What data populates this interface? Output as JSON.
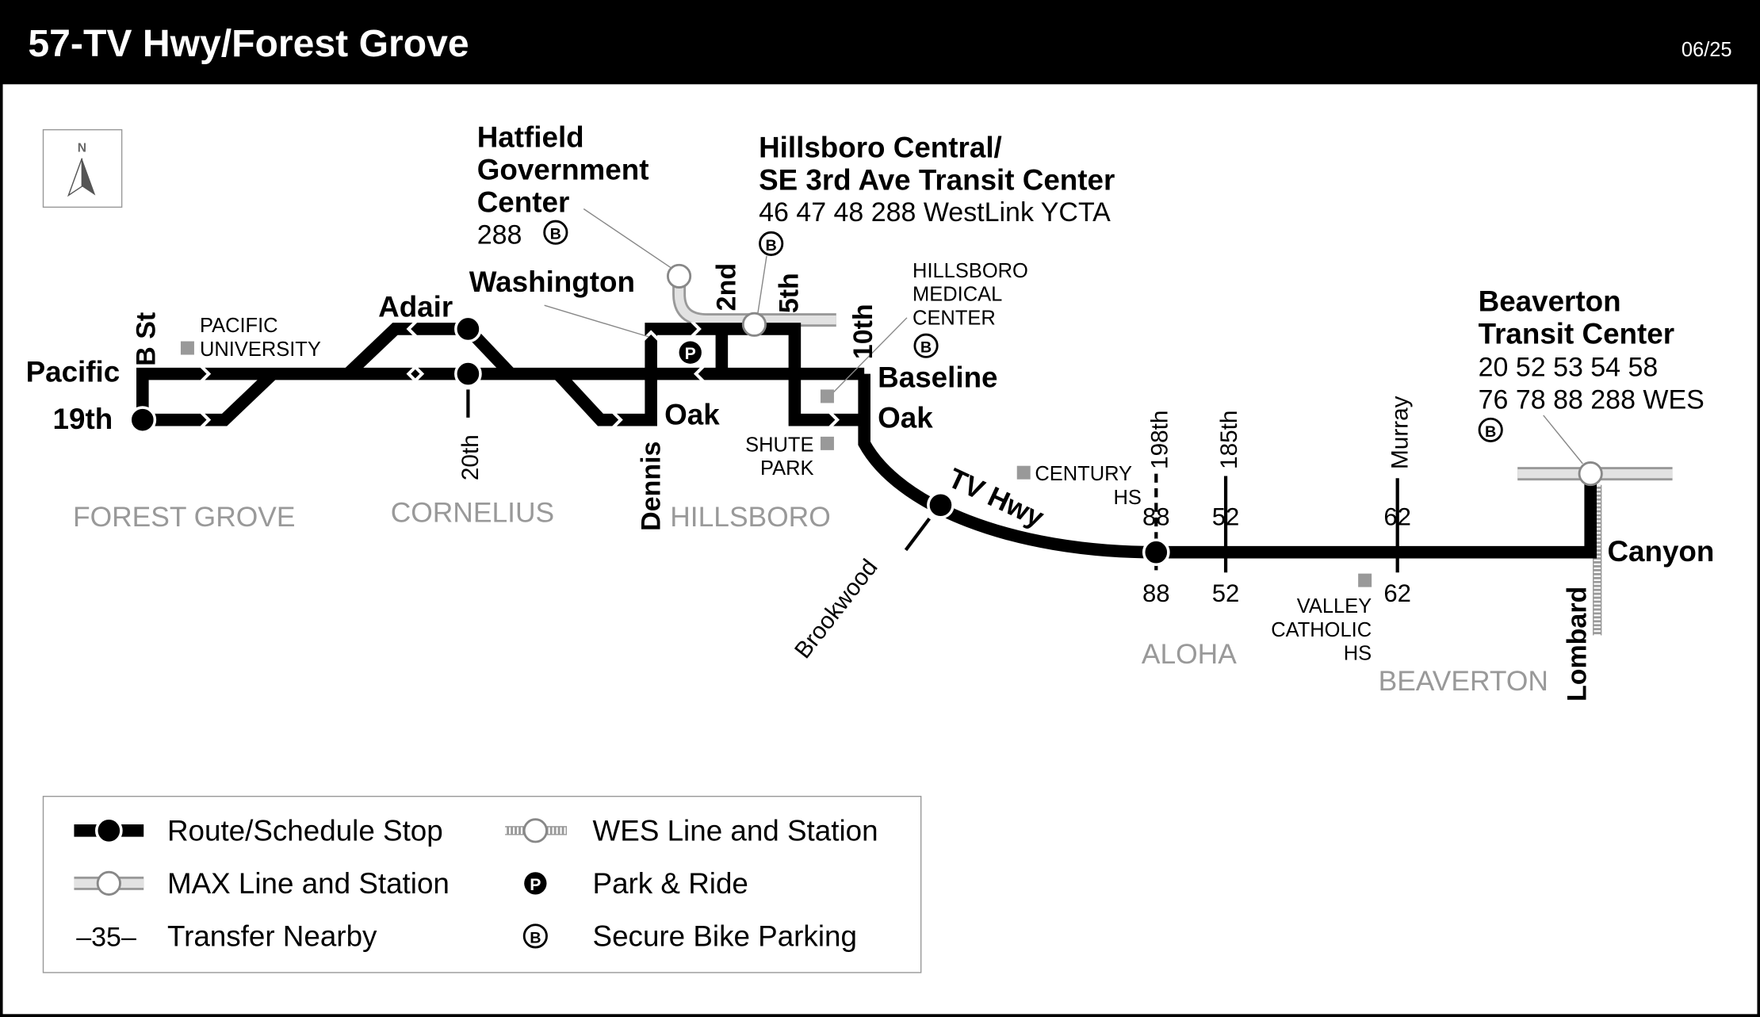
{
  "header": {
    "title": "57-TV Hwy/Forest Grove",
    "date": "06/25"
  },
  "north": "N",
  "colors": {
    "route": "#000000",
    "max": "#d9d9d9",
    "area": "#999999",
    "landmark": "#999999"
  },
  "areas": [
    "FOREST GROVE",
    "CORNELIUS",
    "HILLSBORO",
    "ALOHA",
    "BEAVERTON"
  ],
  "stops": {
    "pacific": "Pacific",
    "bst": "B St",
    "nineteenth": "19th",
    "adair": "Adair",
    "twentieth": "20th",
    "washington": "Washington",
    "dennis": "Dennis",
    "oak1": "Oak",
    "second": "2nd",
    "fifth": "5th",
    "tenth": "10th",
    "baseline": "Baseline",
    "oak2": "Oak",
    "tvhwy": "TV Hwy",
    "brookwood": "Brookwood",
    "s198": "198th",
    "s185": "185th",
    "murray": "Murray",
    "canyon": "Canyon",
    "lombard": "Lombard"
  },
  "transit_centers": {
    "hatfield": {
      "name": [
        "Hatfield",
        "Government",
        "Center"
      ],
      "routes": "288",
      "bike": "B"
    },
    "hillsboro": {
      "name": [
        "Hillsboro Central/",
        "SE 3rd Ave Transit Center"
      ],
      "routes": "46 47 48 288 WestLink YCTA",
      "bike": "B"
    },
    "beaverton": {
      "name": [
        "Beaverton",
        "Transit Center"
      ],
      "routes": [
        "20 52 53 54 58",
        "76 78 88 288 WES"
      ],
      "bike": "B"
    }
  },
  "transfers": {
    "t198": "88",
    "t185": "52",
    "tmurray": "62"
  },
  "landmarks": {
    "pacific_u": [
      "PACIFIC",
      "UNIVERSITY"
    ],
    "medical": [
      "HILLSBORO",
      "MEDICAL",
      "CENTER"
    ],
    "medical_bike": "B",
    "shute": [
      "SHUTE",
      "PARK"
    ],
    "century": [
      "CENTURY",
      "HS"
    ],
    "valley": [
      "VALLEY",
      "CATHOLIC",
      "HS"
    ]
  },
  "park_ride_glyph": "P",
  "legend": {
    "route": "Route/Schedule Stop",
    "max": "MAX Line and Station",
    "transfer_sample": "–35–",
    "transfer": "Transfer Nearby",
    "wes": "WES Line and Station",
    "parkride": "Park & Ride",
    "bike": "Secure Bike Parking",
    "p_glyph": "P",
    "b_glyph": "B"
  }
}
